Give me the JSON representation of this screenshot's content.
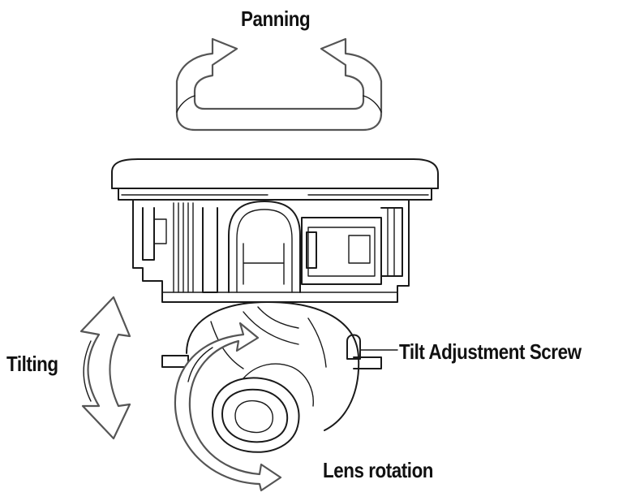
{
  "labels": {
    "panning": "Panning",
    "tilting": "Tilting",
    "tilt_screw": "Tilt Adjustment Screw",
    "lens_rotation": "Lens rotation"
  }
}
